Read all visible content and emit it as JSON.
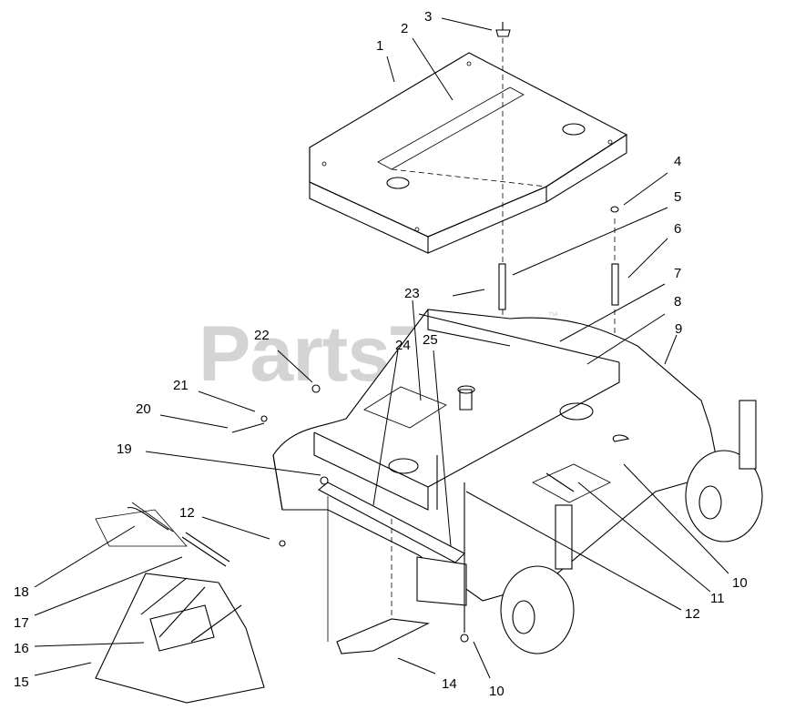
{
  "watermark": {
    "text": "PartsTree",
    "mark": "™"
  },
  "callouts": [
    "1",
    "2",
    "3",
    "4",
    "5",
    "6",
    "7",
    "8",
    "9",
    "10",
    "11",
    "12",
    "12",
    "14",
    "15",
    "16",
    "17",
    "18",
    "19",
    "20",
    "21",
    "22",
    "23",
    "24",
    "25",
    "10"
  ]
}
